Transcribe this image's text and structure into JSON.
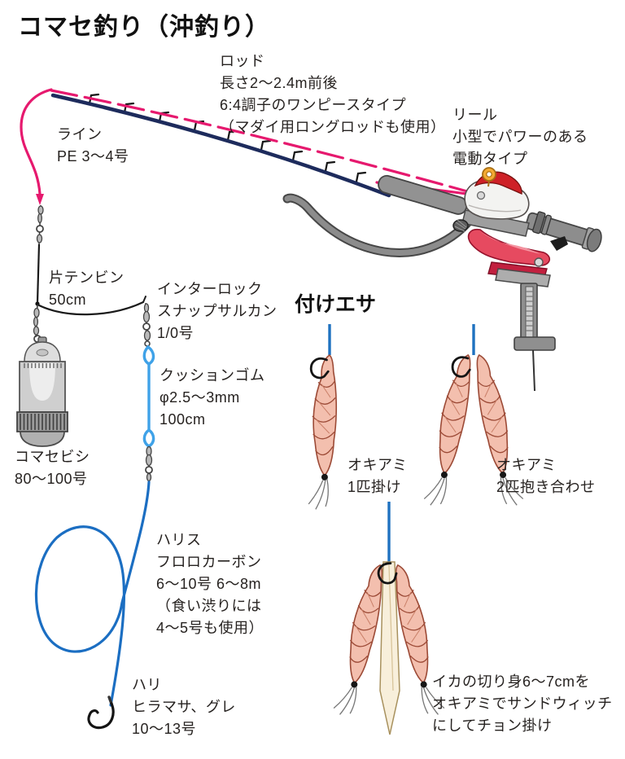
{
  "title": "コマセ釣り（沖釣り）",
  "section_heading": "付けエサ",
  "labels": {
    "rod": "ロッド\n長さ2〜2.4m前後\n6:4調子のワンピースタイプ\n（マダイ用ロングロッドも使用）",
    "reel": "リール\n小型でパワーのある\n電動タイプ",
    "line": "ライン\nPE 3〜4号",
    "tenbin": "片テンビン\n50cm",
    "snap": "インターロック\nスナップサルカン\n1/0号",
    "cushion": "クッションゴム\nφ2.5〜3mm\n100cm",
    "bishi": "コマセビシ\n80〜100号",
    "harisu": "ハリス\nフロロカーボン\n6〜10号 6〜8m\n（食い渋りには\n4〜5号も使用）",
    "hari": "ハリ\nヒラマサ、グレ\n10〜13号",
    "bait_single": "オキアミ\n1匹掛け",
    "bait_double": "オキアミ\n2匹抱き合わせ",
    "bait_squid": "イカの切り身6〜7cmを\nオキアミでサンドウィッチ\nにしてチョン掛け"
  },
  "colors": {
    "pe_line_pink": "#e6196e",
    "rod_navy": "#1d2b5c",
    "harisu_blue": "#1b6ec2",
    "cushion_light_blue": "#3fa2e8",
    "reel_red": "#ce2127",
    "holder_red": "#e64a60",
    "metal_gray": "#8d8d8d",
    "shrimp_pink": "#f3bfae",
    "squid_cream": "#f8efdb",
    "text_black": "#262220"
  }
}
